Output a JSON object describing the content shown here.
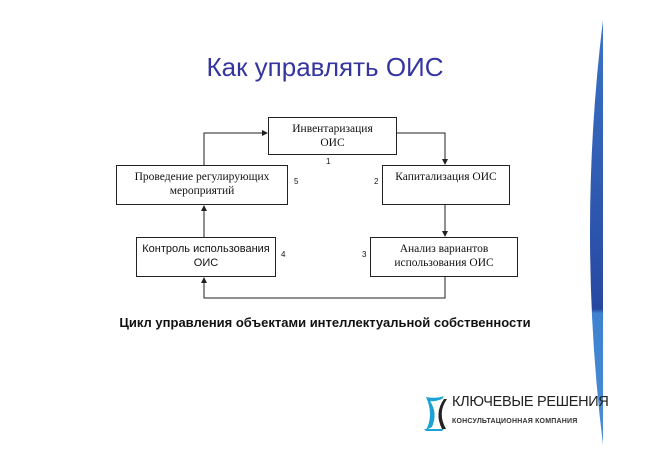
{
  "title": "Как управлять ОИС",
  "steps": [
    {
      "number": "1",
      "line1": "Инвентаризация",
      "line2": "ОИС"
    },
    {
      "number": "2",
      "line1": "Капитализация ОИС",
      "line2": ""
    },
    {
      "number": "3",
      "line1": "Анализ вариантов",
      "line2": "использования ОИС"
    },
    {
      "number": "4",
      "line1": "Контроль использования",
      "line2": "ОИС"
    },
    {
      "number": "5",
      "line1": "Проведение регулирующих",
      "line2": "мероприятий"
    }
  ],
  "caption": "Цикл управления объектами интеллектуальной собственности",
  "logo": {
    "name": "КЛЮЧЕВЫЕ РЕШЕНИЯ",
    "tagline": "КОНСУЛЬТАЦИОННАЯ КОМПАНИЯ"
  },
  "colors": {
    "title": "#3535a0",
    "accent_blue": "#2f62b8",
    "logo_cyan": "#1aa3d4"
  }
}
